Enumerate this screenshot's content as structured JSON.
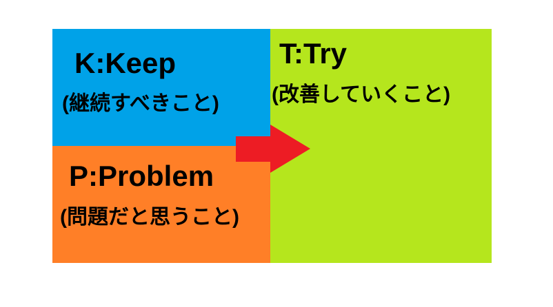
{
  "blocks": {
    "keep": {
      "title": "K:Keep",
      "subtitle": "(継続すべきこと)",
      "color": "#00A2E8",
      "text_color": "#000000"
    },
    "problem": {
      "title": "P:Problem",
      "subtitle": "(問題だと思うこと)",
      "color": "#FF7F27",
      "text_color": "#000000"
    },
    "try": {
      "title": "T:Try",
      "subtitle": "(改善していくこと)",
      "color": "#B5E61D",
      "text_color": "#000000"
    }
  },
  "arrow": {
    "direction": "right",
    "color": "#ED1C24"
  },
  "background": "#FFFFFF"
}
